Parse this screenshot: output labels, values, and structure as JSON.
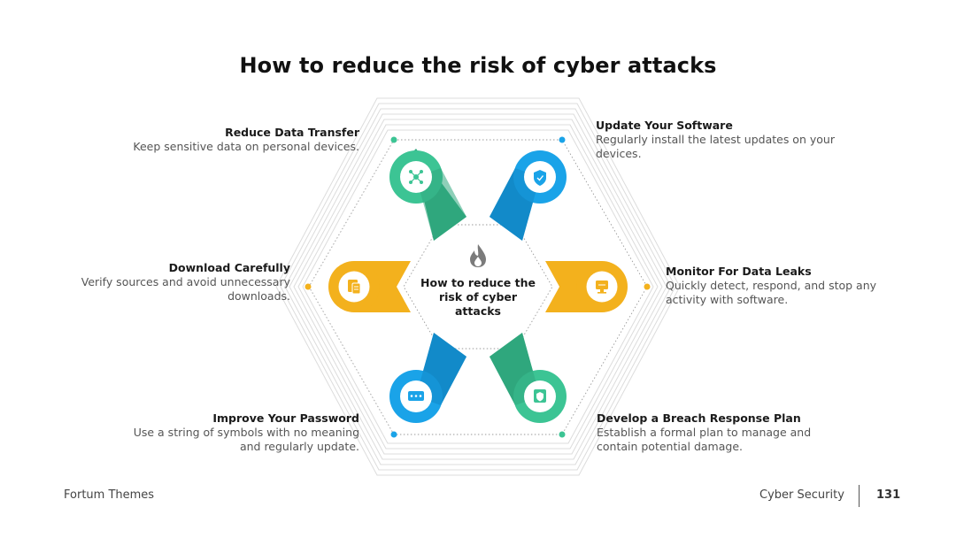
{
  "title": "How to reduce the risk of cyber attacks",
  "center": {
    "text": "How to reduce the risk of cyber attacks",
    "icon": "flame-icon"
  },
  "items": [
    {
      "title": "Reduce Data Transfer",
      "desc": "Keep sensitive data on personal devices.",
      "icon": "network-icon",
      "color": "#3cc494"
    },
    {
      "title": "Update Your Software",
      "desc": "Regularly install the latest updates on your devices.",
      "icon": "shield-icon",
      "color": "#1aa3e8"
    },
    {
      "title": "Download Carefully",
      "desc": "Verify sources and avoid unnecessary downloads.",
      "icon": "document-icon",
      "color": "#f3b11d"
    },
    {
      "title": "Monitor For Data Leaks",
      "desc": "Quickly detect, respond, and stop any activity with software.",
      "icon": "monitor-icon",
      "color": "#f3b11d"
    },
    {
      "title": "Improve Your Password",
      "desc": "Use a string of symbols with no meaning and regularly update.",
      "icon": "password-icon",
      "color": "#1aa3e8"
    },
    {
      "title": "Develop a Breach Response Plan",
      "desc": "Establish a formal plan to manage and contain potential damage.",
      "icon": "shield-document-icon",
      "color": "#3cc494"
    }
  ],
  "footer": {
    "left": "Fortum Themes",
    "right": "Cyber Security",
    "page": "131"
  }
}
